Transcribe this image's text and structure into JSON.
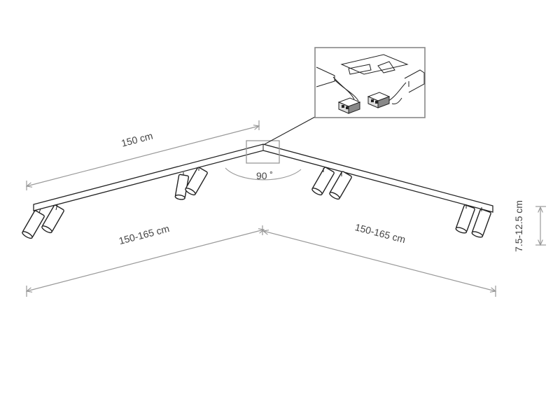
{
  "dimensions": {
    "track_length": "150 cm",
    "left_span": "150-165 cm",
    "right_span": "150-165 cm",
    "height": "7.5-12.5 cm",
    "angle": "90 ˚"
  },
  "colors": {
    "outline": "#222222",
    "dimension": "#999999",
    "text": "#444444"
  }
}
